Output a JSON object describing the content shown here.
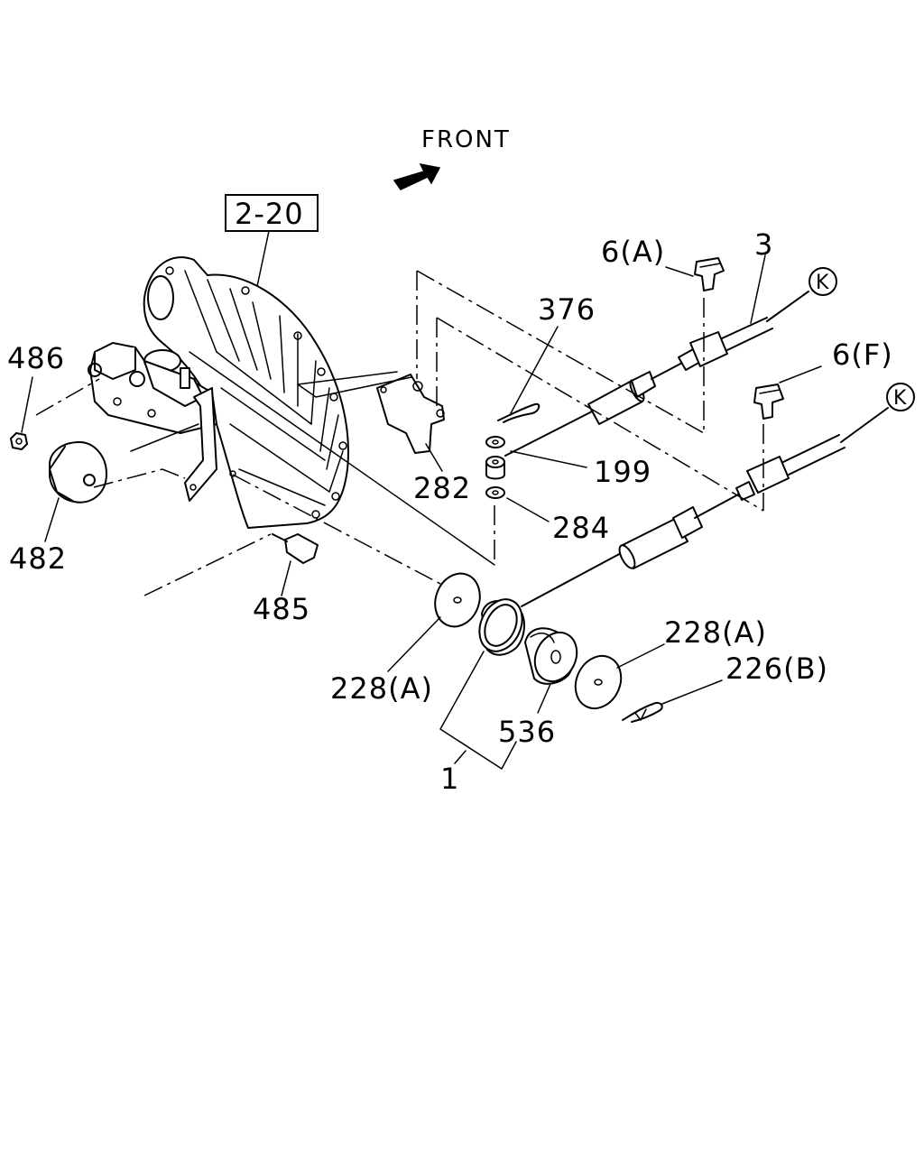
{
  "diagram": {
    "front_label": "FRONT",
    "section_ref": "2-20",
    "ref_circles": [
      "K",
      "K"
    ],
    "callouts": {
      "c486": "486",
      "c482": "482",
      "c485": "485",
      "c282": "282",
      "c376": "376",
      "c199": "199",
      "c284": "284",
      "c6a": "6(A)",
      "c6f": "6(F)",
      "c3": "3",
      "c228a_left": "228(A)",
      "c228a_right": "228(A)",
      "c226b": "226(B)",
      "c536": "536",
      "c1": "1"
    }
  }
}
